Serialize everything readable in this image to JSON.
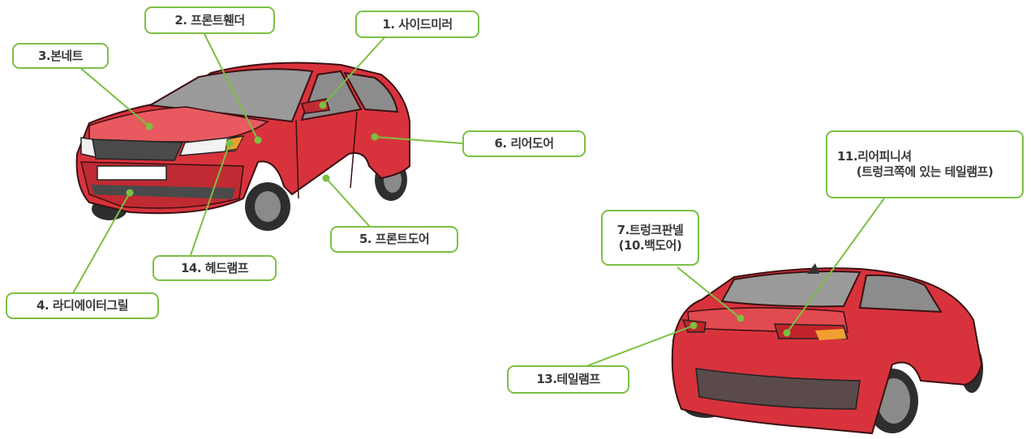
{
  "colors": {
    "callout_border": "#7bc043",
    "leader_line": "#7bc043",
    "car_body": "#d8333c",
    "label_text": "#3a3a3a"
  },
  "front_car": {
    "callouts": [
      {
        "id": "side-mirror",
        "text": "1. 사이드미러"
      },
      {
        "id": "front-fender",
        "text": "2. 프론트휀더"
      },
      {
        "id": "bonnet",
        "text": "3.본네트"
      },
      {
        "id": "radiator-grille",
        "text": "4. 라디에이터그릴"
      },
      {
        "id": "front-door",
        "text": "5. 프론트도어"
      },
      {
        "id": "rear-door",
        "text": "6. 리어도어"
      },
      {
        "id": "headlamp",
        "text": "14. 헤드램프"
      }
    ]
  },
  "rear_car": {
    "callouts": [
      {
        "id": "trunk-panel",
        "line1": "7.트렁크판넬",
        "line2": "(10.백도어)"
      },
      {
        "id": "rear-finisher",
        "line1": "11.리어피니셔",
        "line2": "(트렁크쪽에 있는 테일램프)"
      },
      {
        "id": "tail-lamp",
        "text": "13.테일램프"
      }
    ]
  }
}
